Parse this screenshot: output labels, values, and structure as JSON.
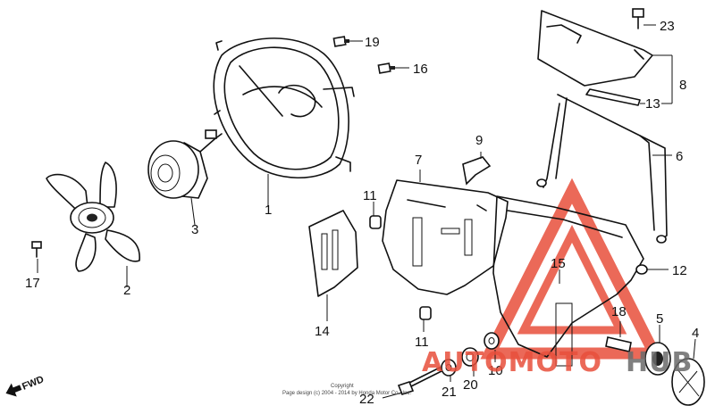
{
  "diagram": {
    "callouts": {
      "c1": "1",
      "c2": "2",
      "c3": "3",
      "c4": "4",
      "c5": "5",
      "c6": "6",
      "c7": "7",
      "c8": "8",
      "c9": "9",
      "c10": "10",
      "c11a": "11",
      "c11b": "11",
      "c12": "12",
      "c13": "13",
      "c14": "14",
      "c15": "15",
      "c16": "16",
      "c17": "17",
      "c18": "18",
      "c19": "19",
      "c20": "20",
      "c21": "21",
      "c22": "22",
      "c23": "23"
    },
    "direction_label": "FWD",
    "copyright_title": "Copyright",
    "copyright_line": "Page design (c) 2004 - 2014 by Honda Motor Co., Inc.",
    "watermark": {
      "text_red": "AUTOMOTO",
      "text_dark": "HUB",
      "red": "#e8503c",
      "dark": "#6b6b6b"
    }
  }
}
